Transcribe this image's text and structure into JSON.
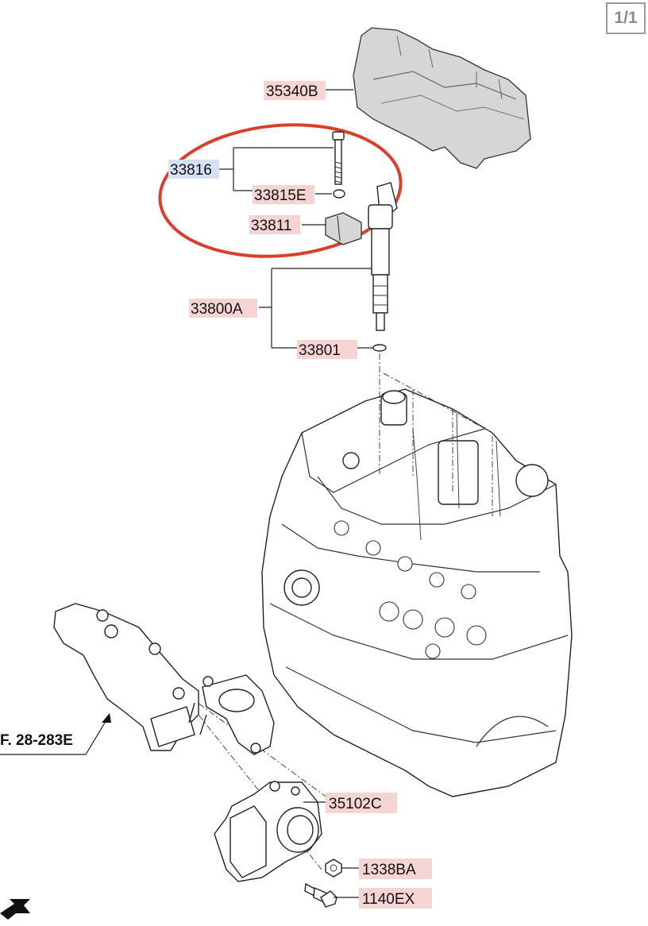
{
  "page_indicator": "1/1",
  "colors": {
    "label_bg": "#f7d4d4",
    "label_bg_selected": "#d5e0f5",
    "highlight_ellipse": "#d9402b"
  },
  "labels": {
    "p35340B": "35340B",
    "p33816": "33816",
    "p33815E": "33815E",
    "p33811": "33811",
    "p33800A": "33800A",
    "p33801": "33801",
    "p35102C": "35102C",
    "p1338BA": "1338BA",
    "p1140EX": "1140EX"
  },
  "ref": "F. 28-283E"
}
